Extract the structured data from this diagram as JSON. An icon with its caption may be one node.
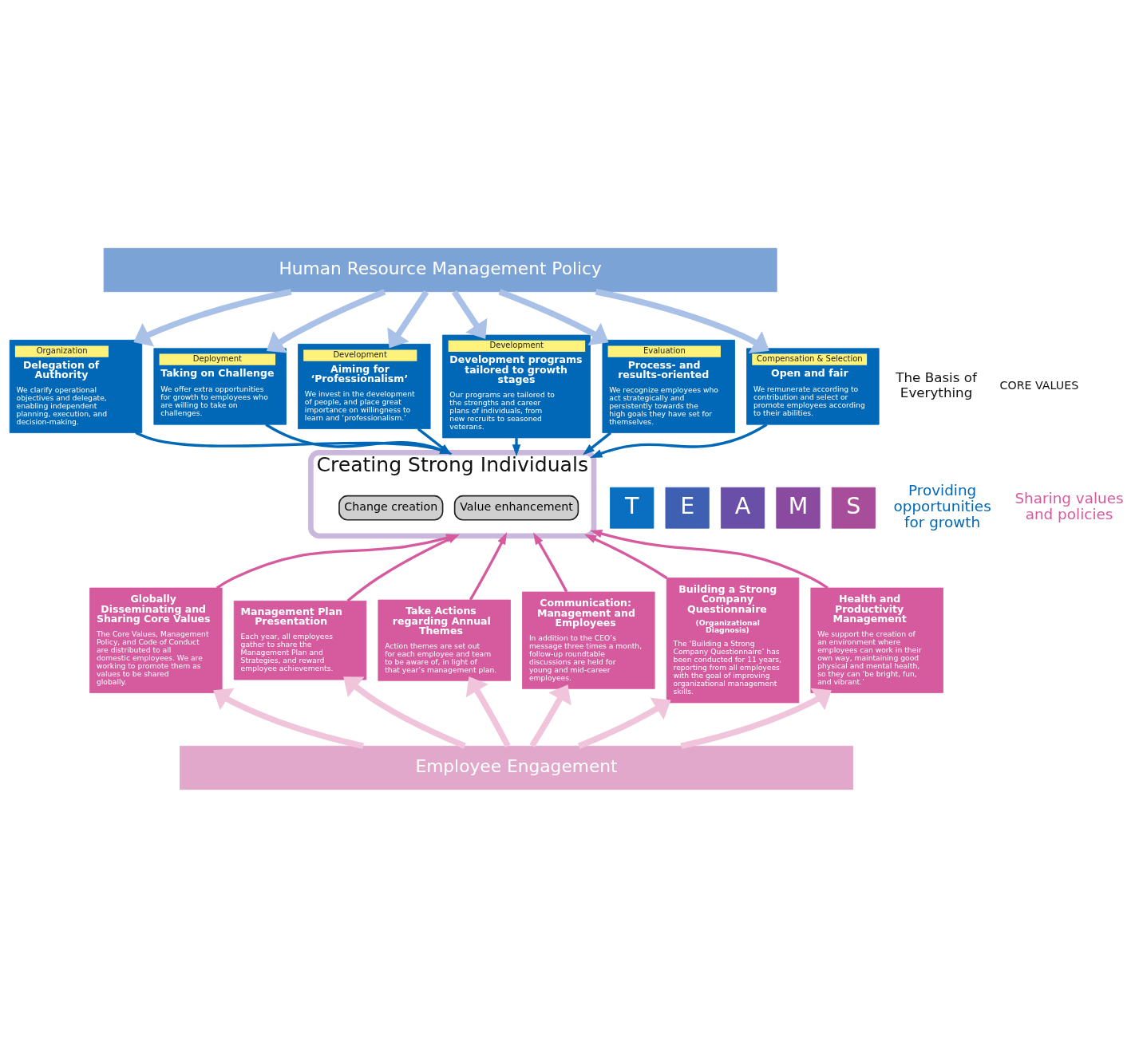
{
  "diagram": {
    "nodes": [
      {
        "text": [
          "Human Resource Management Policy"
        ]
      },
      {
        "text": [
          "Organization",
          "Delegation of Authority",
          "We clarify operational objectives and delegate, enabling independent planning, execution, and decision-making."
        ]
      },
      {
        "text": [
          "Deployment",
          "Taking on Challenge",
          "We offer extra opportunities for growth to employees who are willing to take on challenges."
        ]
      },
      {
        "text": [
          "Development",
          "Aiming for ‘Professionalism’",
          "We invest in the development of people, and place great importance on willingness to learn and ‘professionalism.’"
        ]
      },
      {
        "text": [
          "Development",
          "Development programs tailored to growth stages",
          "Our programs are tailored to the strengths and career plans of individuals, from new recruits to seasoned veterans."
        ]
      },
      {
        "text": [
          "Evaluation",
          "Process- and results-oriented",
          "We recognize employees who act strategically and persistently towards the high goals they have set for themselves."
        ]
      },
      {
        "text": [
          "Compensation & Selection",
          "Open and fair",
          "We remunerate according to contribution and select or promote employees according to their abilities."
        ]
      },
      {
        "text": [
          "Creating Strong Individuals"
        ]
      },
      {
        "text": [
          "Value enhancement"
        ],
        "in": 7
      },
      {
        "text": [
          "Change creation"
        ],
        "in": 7
      },
      {
        "text": [
          "Globally Disseminating and Sharing Core Values",
          "The Core Values, Management Policy, and Code of Conduct are distributed to all domestic employees. We are working to promote them as values to be shared globally."
        ]
      },
      {
        "text": [
          "Management Plan Presentation",
          "Each year, all employees gather to share the Management Plan and Strategies, and reward employee achievements."
        ]
      },
      {
        "text": [
          "Take Actions regarding Annual Themes",
          "Action themes are set out for each employee and team to be aware of, in light of that year’s management plan."
        ]
      },
      {
        "text": [
          "Communication: Management and Employees",
          "In addition to the CEO’s message three times a month, follow-up roundtable discussions are held for young and mid-career employees."
        ]
      },
      {
        "text": [
          "Building a Strong Company Questionnaire",
          "(Organizational Diagnosis)",
          "The ‘Building a Strong Company Questionnaire’ has been conducted for 11 years, reporting from all employees with the goal of improving organizational management skills."
        ]
      },
      {
        "text": [
          "Health and Productivity Management",
          "We support the creation of an environment where employees can work in their own way, maintaining good physical and mental health, so they can ‘be bright, fun, and vibrant.’"
        ]
      },
      {
        "text": [
          "Employee Engagement"
        ]
      },
      {
        "text": [
          "T"
        ]
      },
      {
        "text": [
          "E"
        ]
      },
      {
        "text": [
          "A"
        ]
      },
      {
        "text": [
          "M"
        ]
      },
      {
        "text": [
          "S"
        ]
      }
    ],
    "edges": [
      {
        "from": 0,
        "to": 1,
        "arrow": "to",
        "style": "thick",
        "color": "#a9c1e6"
      },
      {
        "from": 0,
        "to": 2,
        "arrow": "to",
        "style": "thick",
        "color": "#a9c1e6"
      },
      {
        "from": 0,
        "to": 3,
        "arrow": "to",
        "style": "thick",
        "color": "#a9c1e6"
      },
      {
        "from": 0,
        "to": 4,
        "arrow": "to",
        "style": "thick",
        "color": "#a9c1e6"
      },
      {
        "from": 0,
        "to": 5,
        "arrow": "to",
        "style": "thick",
        "color": "#a9c1e6"
      },
      {
        "from": 0,
        "to": 6,
        "arrow": "to",
        "style": "thick",
        "color": "#a9c1e6"
      },
      {
        "from": 1,
        "to": 7,
        "arrow": "to",
        "color": "#0068b7"
      },
      {
        "from": 2,
        "to": 7,
        "arrow": "to",
        "color": "#0068b7"
      },
      {
        "from": 3,
        "to": 7,
        "arrow": "to",
        "color": "#0068b7"
      },
      {
        "from": 4,
        "to": 7,
        "arrow": "to",
        "color": "#0068b7"
      },
      {
        "from": 5,
        "to": 7,
        "arrow": "to",
        "color": "#0068b7"
      },
      {
        "from": 6,
        "to": 7,
        "arrow": "to",
        "color": "#0068b7"
      },
      {
        "from": 10,
        "to": 7,
        "arrow": "to",
        "color": "#d65a9e"
      },
      {
        "from": 11,
        "to": 7,
        "arrow": "to",
        "color": "#d65a9e"
      },
      {
        "from": 12,
        "to": 7,
        "arrow": "to",
        "color": "#d65a9e"
      },
      {
        "from": 13,
        "to": 7,
        "arrow": "to",
        "color": "#d65a9e"
      },
      {
        "from": 14,
        "to": 7,
        "arrow": "to",
        "color": "#d65a9e"
      },
      {
        "from": 15,
        "to": 7,
        "arrow": "to",
        "color": "#d65a9e"
      },
      {
        "from": 16,
        "to": 10,
        "arrow": "to",
        "style": "thick",
        "color": "#f0c5dc"
      },
      {
        "from": 16,
        "to": 11,
        "arrow": "to",
        "style": "thick",
        "color": "#f0c5dc"
      },
      {
        "from": 16,
        "to": 12,
        "arrow": "to",
        "style": "thick",
        "color": "#f0c5dc"
      },
      {
        "from": 16,
        "to": 13,
        "arrow": "to",
        "style": "thick",
        "color": "#f0c5dc"
      },
      {
        "from": 16,
        "to": 14,
        "arrow": "to",
        "style": "thick",
        "color": "#f0c5dc"
      },
      {
        "from": 16,
        "to": 15,
        "arrow": "to",
        "style": "thick",
        "color": "#f0c5dc"
      }
    ],
    "labels": [
      "The Basis of Everything",
      "CORE VALUES",
      "Providing opportunities for growth",
      "Sharing values and policies"
    ]
  }
}
